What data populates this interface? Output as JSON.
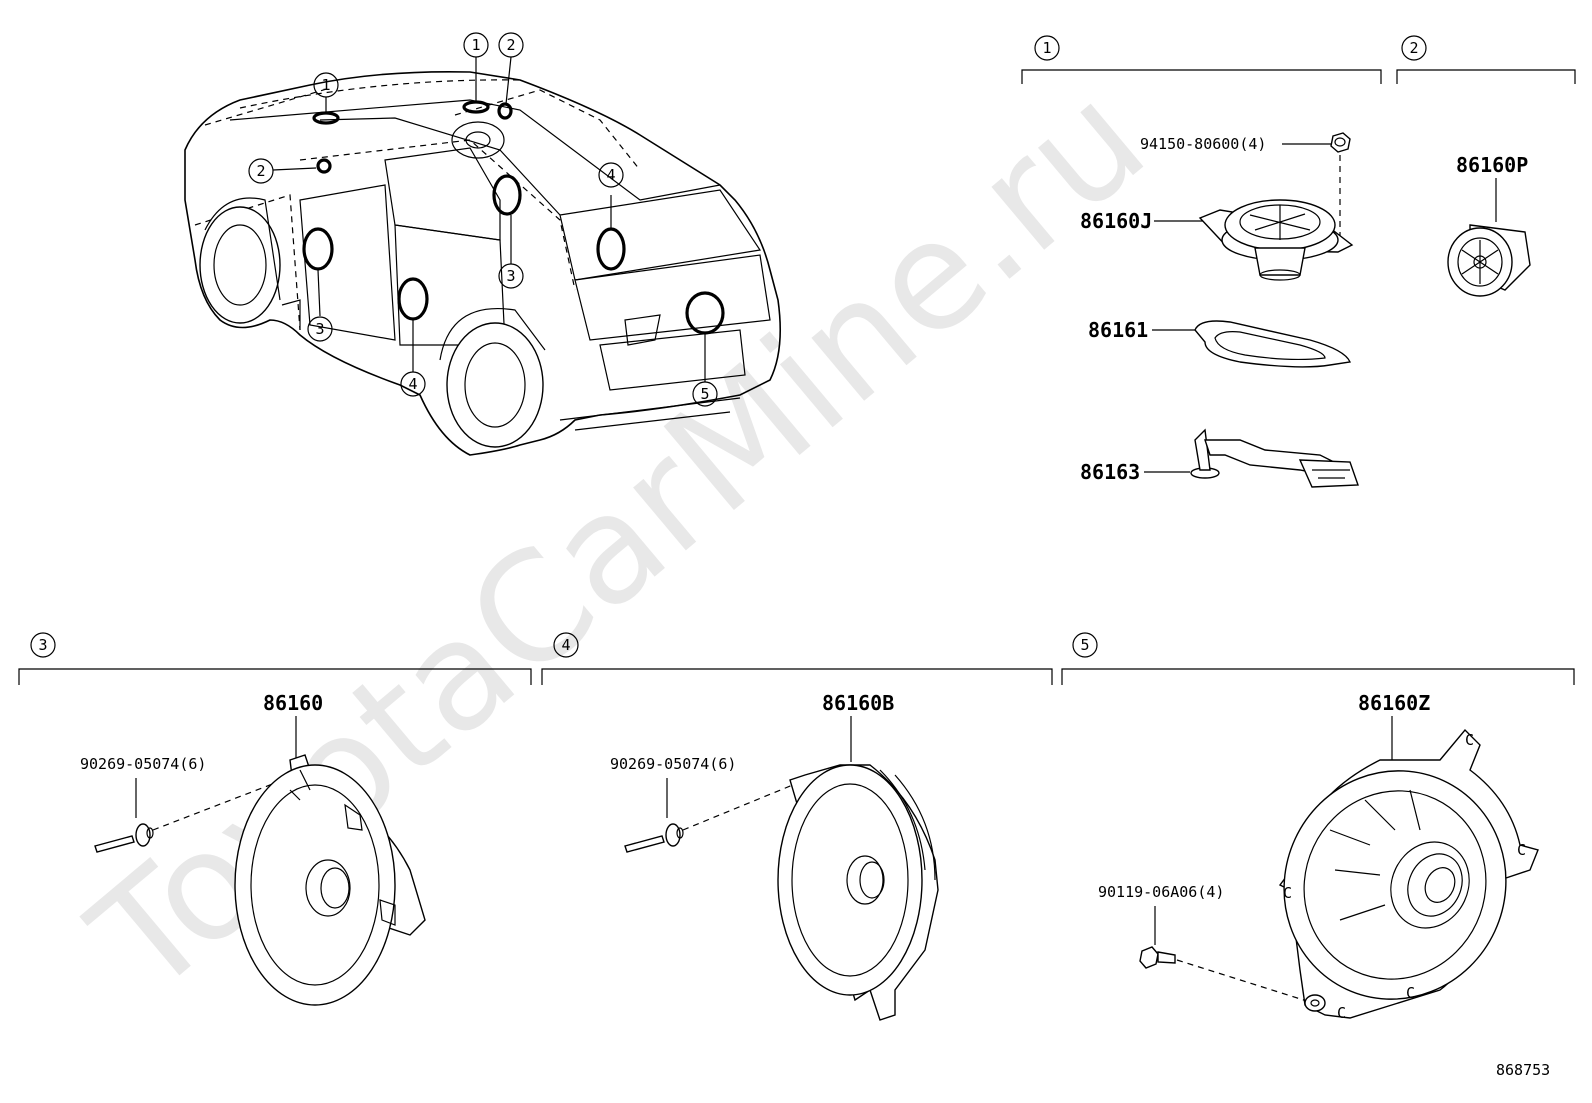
{
  "watermark": "ToyotaCarMine.ru",
  "diagram_id": "868753",
  "locations": [
    {
      "num": "1"
    },
    {
      "num": "2"
    },
    {
      "num": "3"
    },
    {
      "num": "4"
    },
    {
      "num": "5"
    }
  ],
  "groups": [
    {
      "num": "1",
      "parts": [
        "94150-80600(4)",
        "86160J",
        "86161",
        "86163"
      ]
    },
    {
      "num": "2",
      "parts": [
        "86160P"
      ]
    },
    {
      "num": "3",
      "parts": [
        "86160",
        "90269-05074(6)"
      ]
    },
    {
      "num": "4",
      "parts": [
        "86160B",
        "90269-05074(6)"
      ]
    },
    {
      "num": "5",
      "parts": [
        "86160Z",
        "90119-06A06(4)"
      ]
    }
  ]
}
